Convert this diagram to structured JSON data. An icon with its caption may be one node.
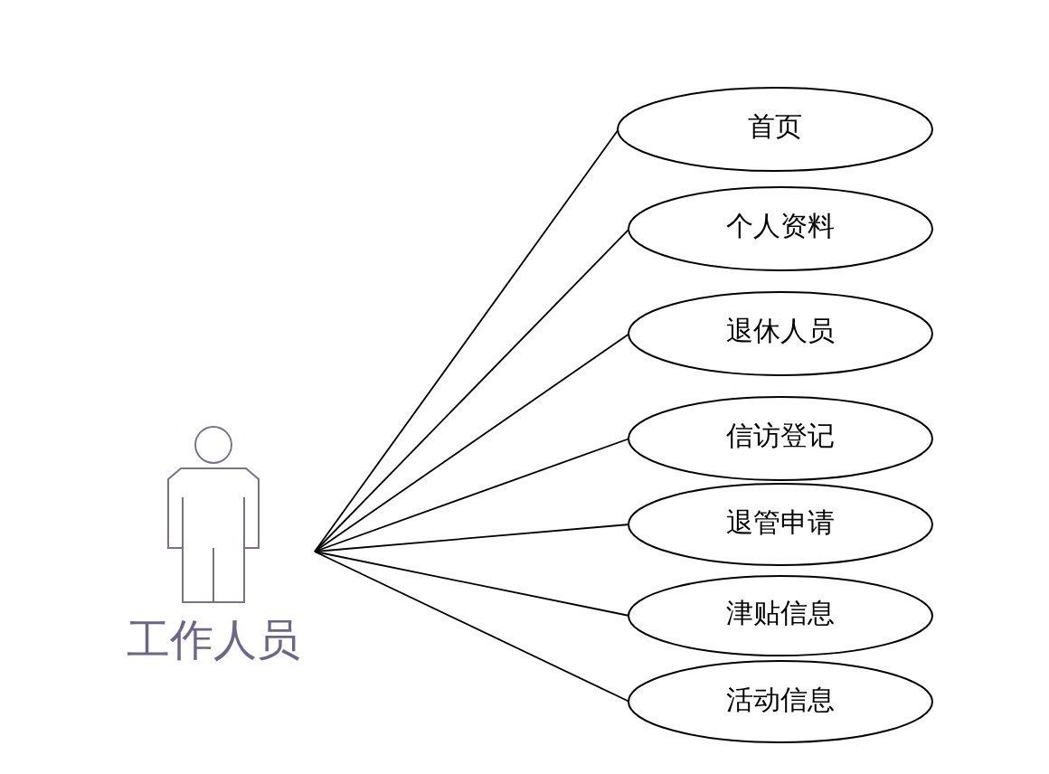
{
  "diagram": {
    "nodes": [
      {
        "text": [
          "工作人员"
        ]
      },
      {
        "text": [
          "首页"
        ]
      },
      {
        "text": [
          "个人资料"
        ]
      },
      {
        "text": [
          "退休人员"
        ]
      },
      {
        "text": [
          "信访登记"
        ]
      },
      {
        "text": [
          "退管申请"
        ]
      },
      {
        "text": [
          "津贴信息"
        ]
      },
      {
        "text": [
          "活动信息"
        ]
      }
    ],
    "edges": [
      {
        "from": 0,
        "to": 1,
        "arrow": "none"
      },
      {
        "from": 0,
        "to": 2,
        "arrow": "none"
      },
      {
        "from": 0,
        "to": 3,
        "arrow": "none"
      },
      {
        "from": 0,
        "to": 4,
        "arrow": "none"
      },
      {
        "from": 0,
        "to": 5,
        "arrow": "none"
      },
      {
        "from": 0,
        "to": 6,
        "arrow": "none"
      },
      {
        "from": 0,
        "to": 7,
        "arrow": "none"
      }
    ]
  }
}
